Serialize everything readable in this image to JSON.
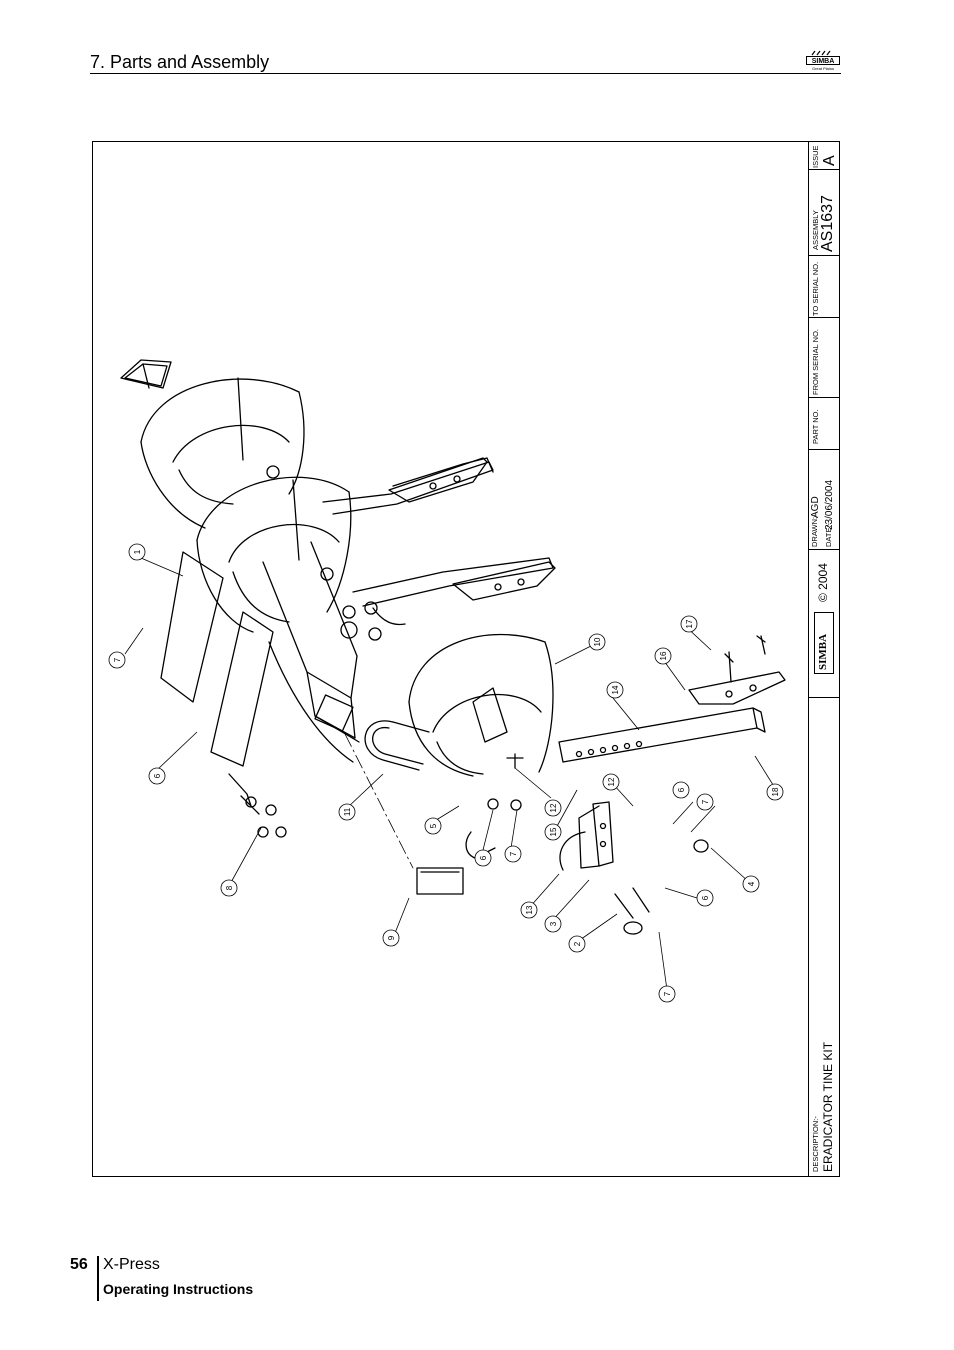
{
  "header": {
    "section_title": "7. Parts and Assembly",
    "logo_text": "SIMBA",
    "logo_subtext": "Great Plains"
  },
  "title_block": {
    "description_label": "DESCRIPTION:-",
    "description": "ERADICATOR TINE KIT",
    "copyright": "© 2004",
    "brand": "SIMBA",
    "drawn_label": "DRAWN:-",
    "drawn_value": "AGD",
    "date_label": "DATE:-",
    "date_value": "23/06/2004",
    "part_no_label": "PART NO.",
    "from_serial_label": "FROM SERIAL NO.",
    "to_serial_label": "TO SERIAL NO.",
    "assembly_label": "ASSEMBLY",
    "assembly_value": "AS1637",
    "issue_label": "ISSUE",
    "issue_value": "A"
  },
  "callouts": [
    "1",
    "7",
    "6",
    "8",
    "9",
    "11",
    "5",
    "6",
    "7",
    "12",
    "10",
    "14",
    "15",
    "12",
    "13",
    "3",
    "2",
    "7",
    "6",
    "7",
    "6",
    "4",
    "16",
    "17",
    "18"
  ],
  "footer": {
    "page_number": "56",
    "product": "X-Press",
    "document": "Operating Instructions"
  }
}
